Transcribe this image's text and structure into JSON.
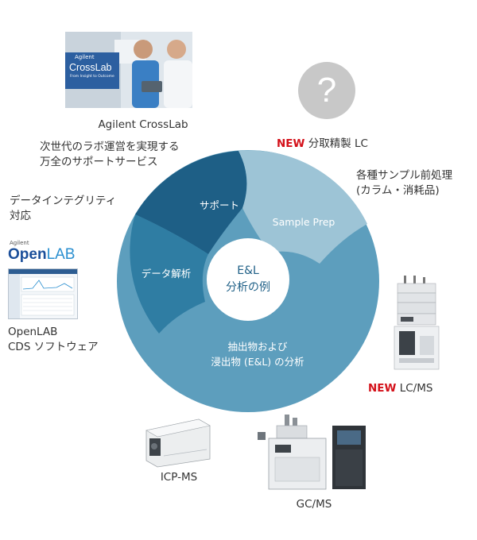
{
  "center": {
    "line1": "E&L",
    "line2": "分析の例"
  },
  "segments": {
    "support": "サポート",
    "sample_prep": "Sample Prep",
    "data_analysis": "データ解析",
    "analysis_line1": "抽出物および",
    "analysis_line2": "浸出物 (E&L) の分析"
  },
  "crosslab": {
    "logo_small": "Agilent",
    "logo_big": "CrossLab",
    "logo_tagline": "From Insight to Outcome",
    "caption": "Agilent CrossLab",
    "desc_line1": "次世代のラボ運営を実現する",
    "desc_line2": "万全のサポートサービス"
  },
  "data_integrity": {
    "line1": "データインテグリティ",
    "line2": "対応"
  },
  "openlab": {
    "logo_small": "Agilent",
    "logo_open": "Open",
    "logo_lab": "LAB",
    "caption_line1": "OpenLAB",
    "caption_line2": "CDS ソフトウェア"
  },
  "prep_lc": {
    "question_mark": "?",
    "new_label": "NEW",
    "label": "分取精製 LC"
  },
  "sample_prep_note": {
    "line1": "各種サンプル前処理",
    "line2": "(カラム・消耗品)"
  },
  "lcms": {
    "new_label": "NEW",
    "label": "LC/MS"
  },
  "icpms": {
    "label": "ICP-MS"
  },
  "gcms": {
    "label": "GC/MS"
  },
  "colors": {
    "support_segment": "#1e5f86",
    "sample_prep_segment": "#9dc4d6",
    "data_segment": "#2f7da3",
    "analysis_segment": "#5d9ebd",
    "center": "#ffffff",
    "new_red": "#d4111a"
  }
}
